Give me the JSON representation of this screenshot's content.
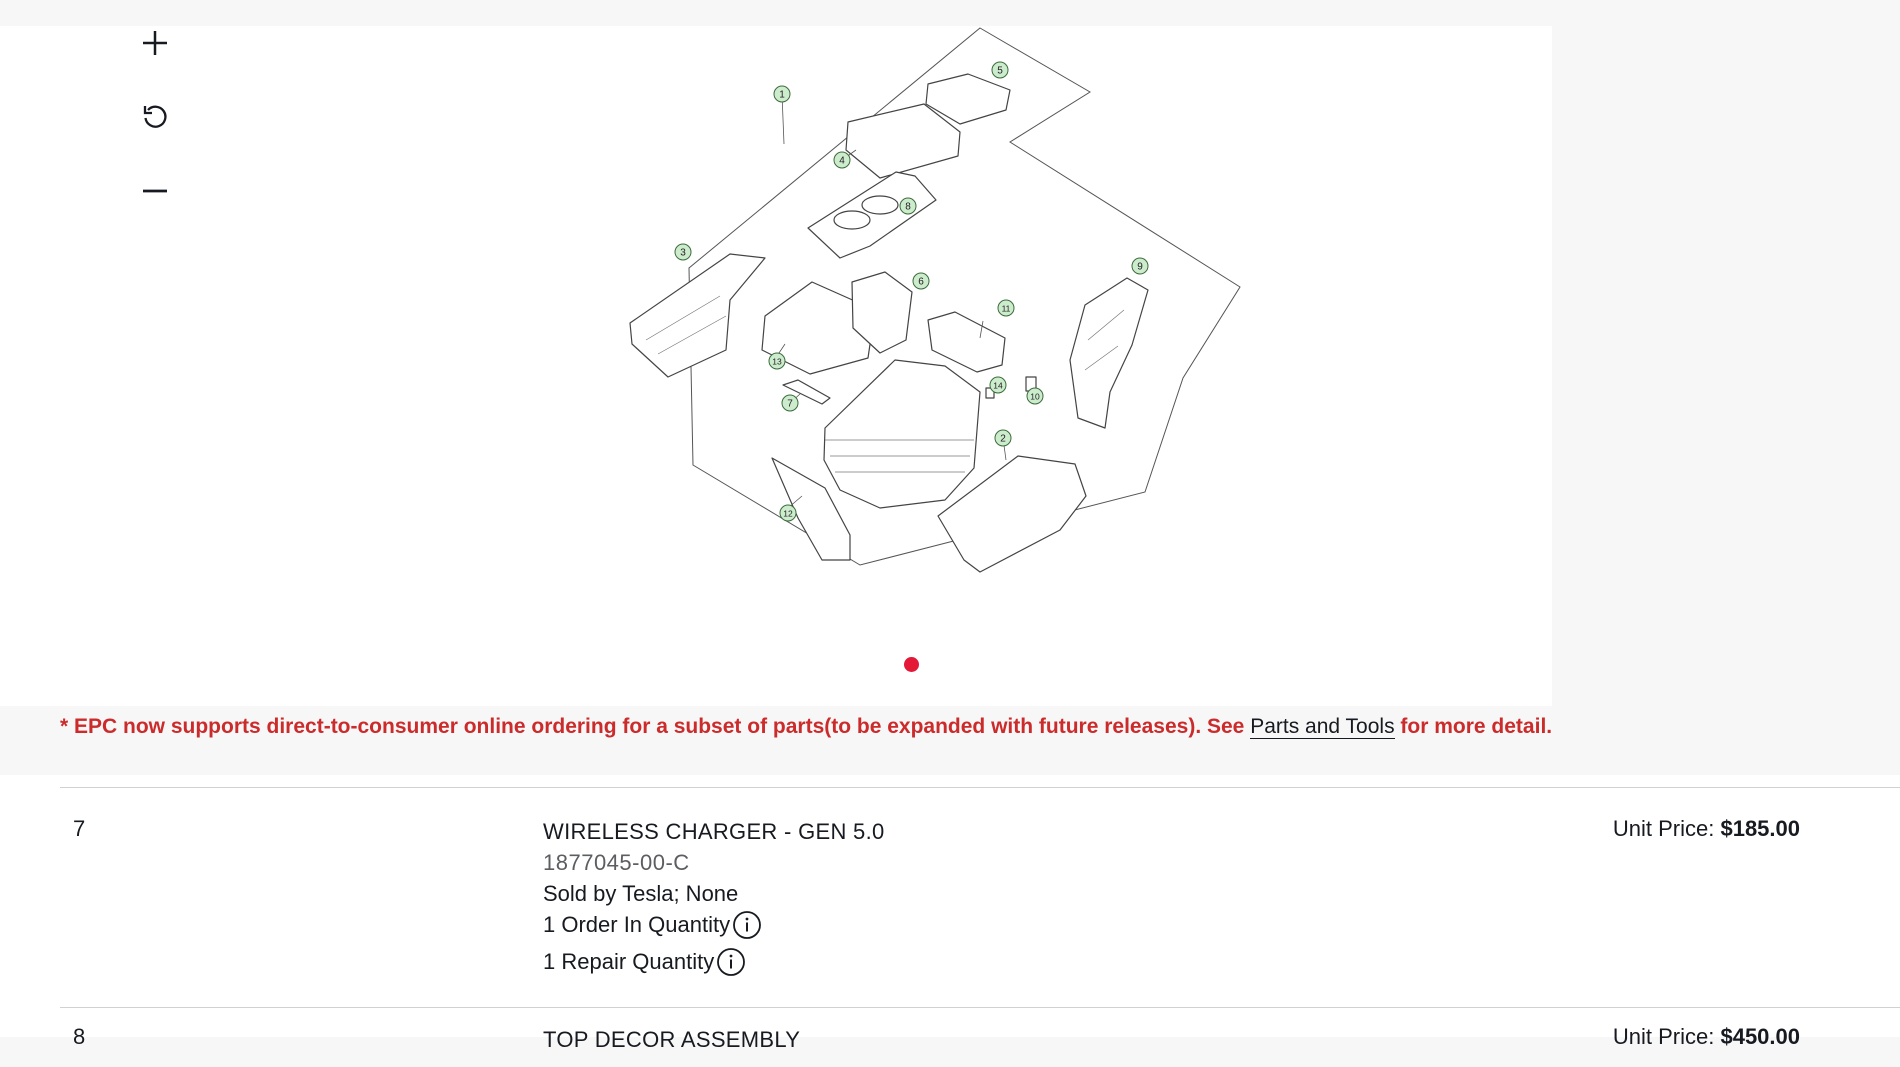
{
  "viewer": {
    "controls": [
      {
        "name": "zoom-in",
        "icon": "plus-icon"
      },
      {
        "name": "reset-view",
        "icon": "rotate-icon"
      },
      {
        "name": "zoom-out",
        "icon": "minus-icon"
      }
    ],
    "callouts": [
      "1",
      "2",
      "3",
      "4",
      "5",
      "6",
      "7",
      "8",
      "9",
      "10",
      "11",
      "12",
      "13",
      "14"
    ],
    "active_page_color": "#e31937"
  },
  "notice": {
    "text": "* EPC now supports direct-to-consumer online ordering for a subset of parts(to be expanded with future releases). See ",
    "link_label": "Parts and Tools",
    "suffix": " for more detail.",
    "color": "#cc2b2b"
  },
  "parts": [
    {
      "index": "7",
      "name": "WIRELESS CHARGER - GEN 5.0",
      "number": "1877045-00-C",
      "seller": "Sold by Tesla; None",
      "order_qty": "1 Order In Quantity",
      "repair_qty": "1 Repair Quantity",
      "price_label": "Unit Price: ",
      "price_value": "$185.00"
    },
    {
      "index": "8",
      "name": "TOP DECOR ASSEMBLY",
      "price_label": "Unit Price: ",
      "price_value": "$450.00"
    }
  ]
}
